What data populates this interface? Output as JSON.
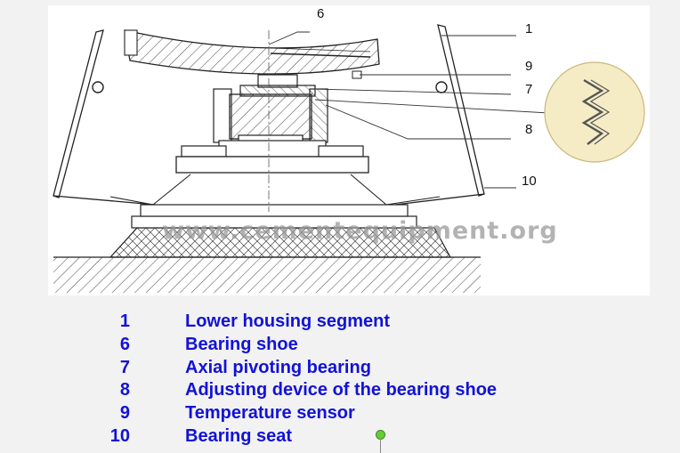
{
  "drawing": {
    "watermark": "www.cementequipment.org",
    "callouts": [
      "6",
      "1",
      "9",
      "7",
      "8",
      "10"
    ]
  },
  "legend": [
    {
      "num": "1",
      "text": "Lower housing segment"
    },
    {
      "num": "6",
      "text": "Bearing shoe"
    },
    {
      "num": "7",
      "text": "Axial pivoting bearing"
    },
    {
      "num": "8",
      "text": "Adjusting device of the bearing shoe"
    },
    {
      "num": "9",
      "text": "Temperature sensor"
    },
    {
      "num": "10",
      "text": "Bearing seat"
    }
  ],
  "colors": {
    "legend_text": "#1212d8",
    "detail_circle": "#f5ecc6",
    "pointer_dot": "#66cc33"
  }
}
